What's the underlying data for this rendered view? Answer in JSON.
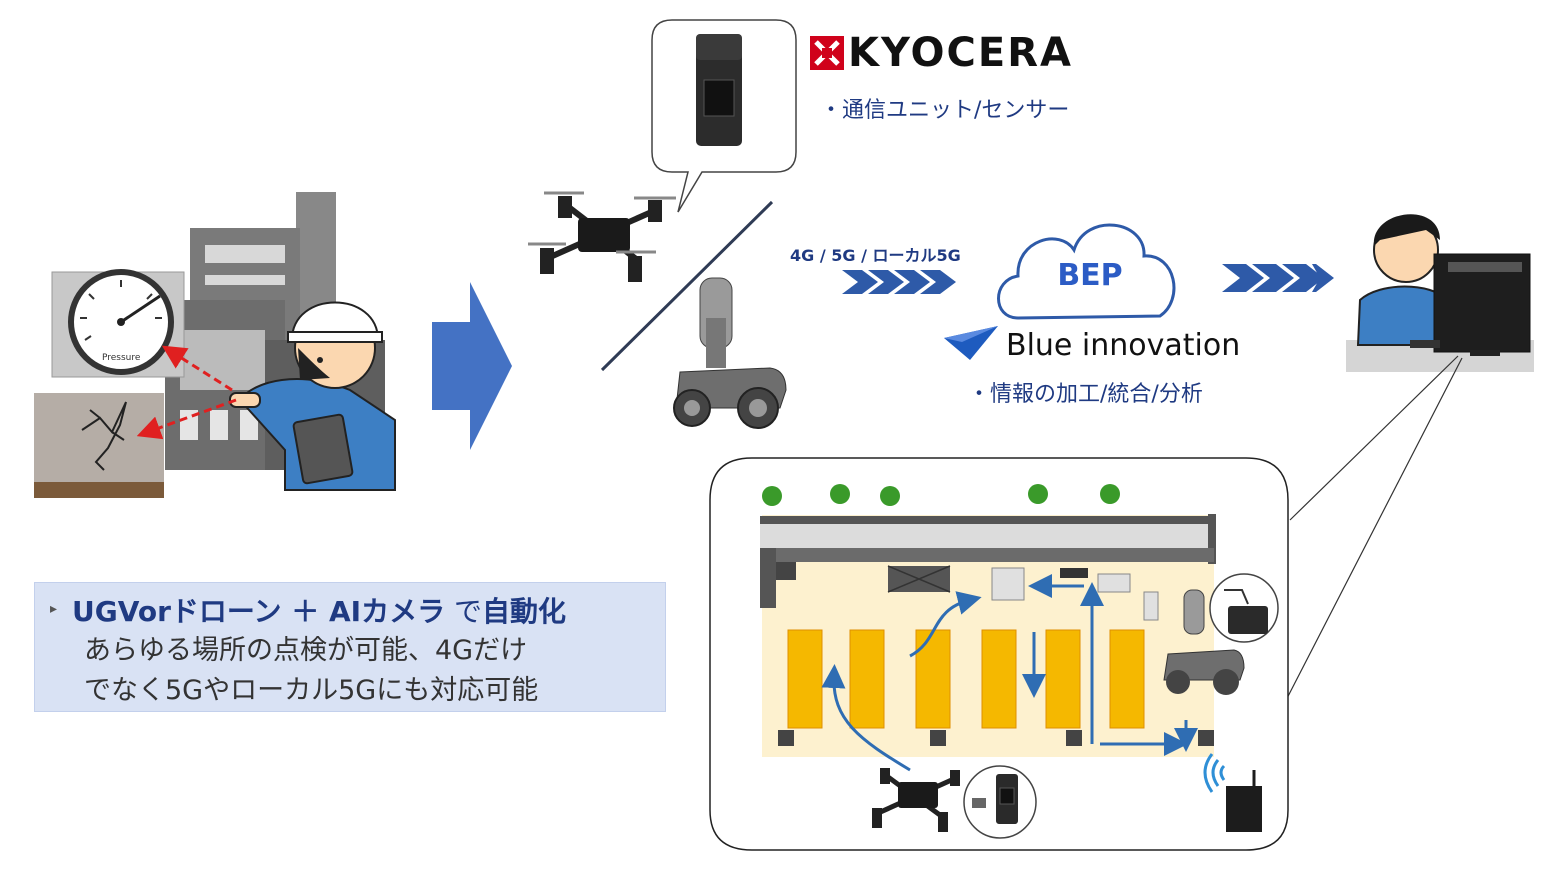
{
  "kyocera": {
    "logo_text": "KYOCERA",
    "subtitle": "・通信ユニット/センサー"
  },
  "network": {
    "label": "4G / 5G / ローカル5G"
  },
  "cloud": {
    "label": "BEP"
  },
  "blue_innovation": {
    "name": "Blue innovation",
    "subtitle": "・情報の加工/統合/分析"
  },
  "gauge": {
    "label": "Pressure"
  },
  "summary": {
    "headline_bold_1": "UGVorドローン ＋ AIカメラ",
    "headline_thin": " で",
    "headline_bold_2": "自動化",
    "line1": "あらゆる場所の点検が可能、4Gだけ",
    "line2": "でなく5Gやローカル5Gにも対応可能"
  },
  "colors": {
    "accent_blue": "#2e5aa8",
    "dark_navy": "#1f3a82",
    "floor_yellow": "#fdf1cf",
    "shelf_orange": "#f5b800",
    "route_blue": "#2f6db3",
    "alert_red": "#e02020",
    "box_blue": "#d9e2f4"
  }
}
